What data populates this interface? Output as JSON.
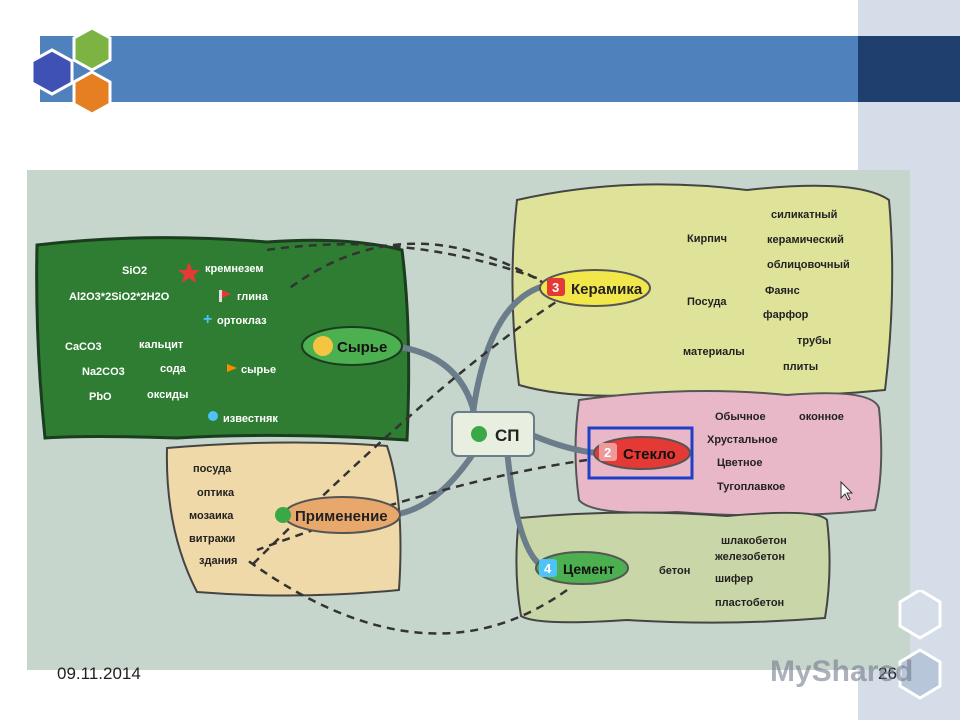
{
  "slide": {
    "date": "09.11.2014",
    "page_number": "26",
    "watermark": "MyShared",
    "colors": {
      "topbar": "#4f81bd",
      "sidebar": "#d5dde8",
      "hex_blue": "#3f51b5",
      "hex_green": "#7cb342",
      "hex_orange": "#e67e22"
    }
  },
  "mindmap": {
    "center": {
      "label": "СП"
    },
    "syrye": {
      "label": "Сырье",
      "items": [
        "SiO2",
        "кремнезем",
        "Al2O3*2SiO2*2H2O",
        "глина",
        "ортоклаз",
        "CaCO3",
        "кальцит",
        "Na2CO3",
        "сода",
        "сырье",
        "PbO",
        "оксиды",
        "известняк"
      ]
    },
    "keramika": {
      "number": "3",
      "label": "Керамика",
      "groups": [
        "Кирпич",
        "Посуда",
        "материалы"
      ],
      "items": [
        "силикатный",
        "керамический",
        "облицовочный",
        "Фаянс",
        "фарфор",
        "трубы",
        "плиты"
      ]
    },
    "steklo": {
      "number": "2",
      "label": "Стекло",
      "items": [
        "Обычное",
        "оконное",
        "Хрустальное",
        "Цветное",
        "Тугоплавкое"
      ]
    },
    "primenenie": {
      "label": "Применение",
      "items": [
        "посуда",
        "оптика",
        "мозаика",
        "витражи",
        "здания"
      ]
    },
    "cement": {
      "number": "4",
      "label": "Цемент",
      "group": "бетон",
      "items": [
        "шлакобетон",
        "железобетон",
        "шифер",
        "пластобетон"
      ]
    }
  }
}
